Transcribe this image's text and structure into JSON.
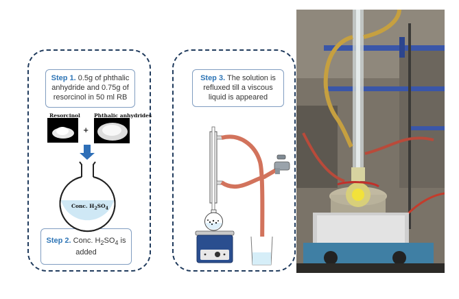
{
  "step1": {
    "prefix": "Step 1.",
    "text": " 0.5g of phthalic anhydride and 0.75g of resorcinol in 50 ml RB"
  },
  "step2": {
    "prefix": "Step 2.",
    "text_before": " Conc. H",
    "sub1": "2",
    "text_mid": "SO",
    "sub2": "4",
    "text_after": " is added"
  },
  "step3": {
    "prefix": "Step 3.",
    "text": " The solution is refluxed till a viscous liquid is appeared"
  },
  "reagents": {
    "left": "Resorcinol",
    "plus": "+",
    "right": "Phthalic anhydrides"
  },
  "flask_label": {
    "text_before": "Conc. H",
    "sub1": "2",
    "text_mid": "SO",
    "sub2": "4"
  },
  "colors": {
    "border": "#1f3a5c",
    "step_prefix": "#2e75b6",
    "arrow": "#2f6fb7",
    "liquid": "#cfe8f5",
    "tubing": "#d2735c"
  }
}
